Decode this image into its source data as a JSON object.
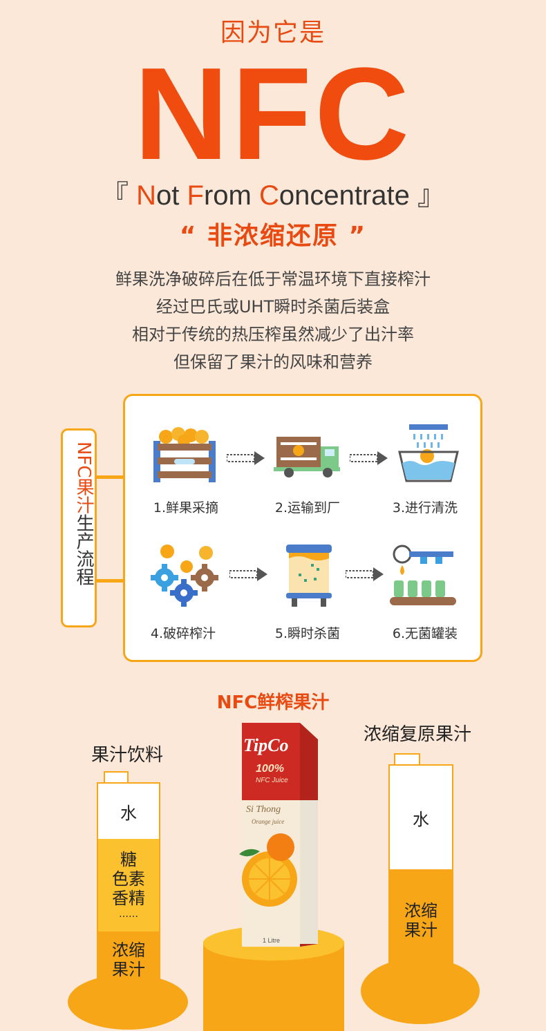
{
  "header": {
    "intro": "因为它是",
    "big": "NFC",
    "full_open": "『",
    "full_n": "N",
    "full_ot": "ot ",
    "full_f": "F",
    "full_rom": "rom ",
    "full_c": "C",
    "full_oncentrate": "oncentrate",
    "full_close": "』",
    "subtitle": "“ 非浓缩还原 ”"
  },
  "description": [
    "鲜果洗净破碎后在低于常温环境下直接榨汁",
    "经过巴氏或UHT瞬时杀菌后装盒",
    "相对于传统的热压榨虽然减少了出汁率",
    "但保留了果汁的风味和营养"
  ],
  "flow": {
    "side_title_orange": "NFC果汁",
    "side_title_dark": "生产流程",
    "steps": [
      {
        "label": "1.鲜果采摘",
        "icon": "fruit-crate-icon"
      },
      {
        "label": "2.运输到厂",
        "icon": "truck-icon"
      },
      {
        "label": "3.进行清洗",
        "icon": "washing-basin-icon"
      },
      {
        "label": "4.破碎榨汁",
        "icon": "crushing-gears-icon"
      },
      {
        "label": "5.瞬时杀菌",
        "icon": "sterilization-tank-icon"
      },
      {
        "label": "6.无菌罐装",
        "icon": "filling-line-icon"
      }
    ]
  },
  "comparison": {
    "nfc_caption": "NFC鲜榨果汁",
    "left_caption": "果汁饮料",
    "right_caption": "浓缩复原果汁",
    "left_bottle": {
      "water": "水",
      "additives": [
        "糖",
        "色素",
        "香精"
      ],
      "dots": "……",
      "concentrate": [
        "浓缩",
        "果汁"
      ]
    },
    "right_bottle": {
      "water": "水",
      "concentrate": [
        "浓缩",
        "果汁"
      ]
    },
    "pack": {
      "brand": "TipCo",
      "percent": "100%",
      "type": "NFC Juice",
      "script": "Si Thong",
      "sub": "Orange juice",
      "volume": "1 Litre"
    }
  },
  "colors": {
    "accent": "#e84a12",
    "orange": "#f6a617",
    "background": "#fbe8d8"
  }
}
